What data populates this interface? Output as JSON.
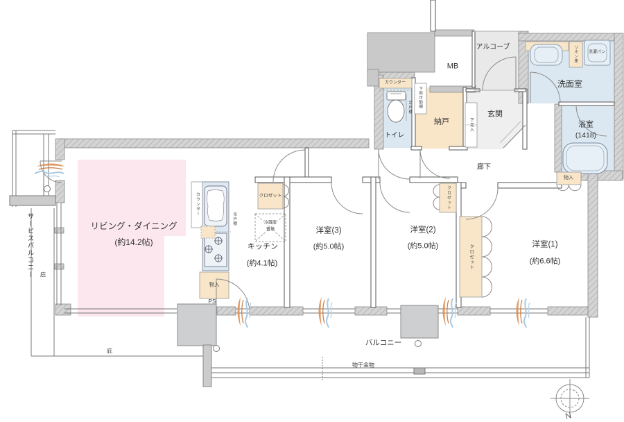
{
  "rooms": {
    "living_dining": {
      "label": "リビング・ダイニング",
      "area": "(約14.2帖)"
    },
    "kitchen": {
      "label": "キッチン",
      "area": "(約4.1帖)"
    },
    "bedroom3": {
      "label": "洋室(3)",
      "area": "(約5.0帖)"
    },
    "bedroom2": {
      "label": "洋室(2)",
      "area": "(約5.0帖)"
    },
    "bedroom1": {
      "label": "洋室(1)",
      "area": "(約6.6帖)"
    },
    "toilet": {
      "label": "トイレ"
    },
    "storage_room": {
      "label": "納戸"
    },
    "entrance": {
      "label": "玄関"
    },
    "meter_box": {
      "label": "MB"
    },
    "alcove": {
      "label": "アルコーブ"
    },
    "washroom": {
      "label": "洗面室"
    },
    "bathroom": {
      "label": "浴室",
      "size": "(1418)"
    },
    "corridor": {
      "label": "廊下"
    },
    "balcony": {
      "label": "バルコニー"
    },
    "service_balcony": {
      "label": "サービスバルコニー"
    }
  },
  "fixtures": {
    "toilet_counter": "カウンター",
    "toilet_hanging_cupboard": "吊戸棚",
    "lower_movable_shelf": "下部可動棚",
    "shoe_cabinet": "下足入",
    "linen_cabinet": "リネン庫",
    "laundry_pan": "洗濯パン",
    "kitchen_counter": "カウンター",
    "kitchen_hanging_cupboard": "吊戸棚",
    "refrigerator_space_line1": "冷蔵庫",
    "refrigerator_space_line2": "置場",
    "closet_bedroom3": "クロゼット",
    "closet_bedroom2": "クロゼット",
    "closet_bedroom1": "クロゼット",
    "storage_kitchen": "物入",
    "storage_bath_side": "物入",
    "pipe_space": "PS",
    "laundry_pole_hardware": "物干金物",
    "eaves_left": "庇",
    "eaves_bottom": "庇",
    "compass_north": "N"
  },
  "colors": {
    "living_pink": "#fbe7ed",
    "wet_area_blue": "#dbe8f1",
    "storage_beige": "#f9e6c9",
    "alcove_gray": "#e9e9e9",
    "wall_gray": "#c9c9c9",
    "airflow_orange": "#dd9055",
    "airflow_blue": "#a9c9e2"
  }
}
